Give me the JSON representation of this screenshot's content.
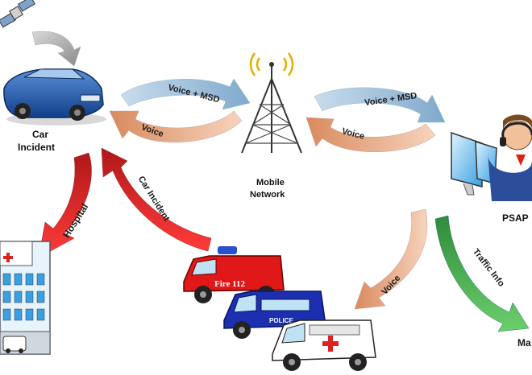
{
  "nodes": {
    "car": {
      "label_line1": "Car",
      "label_line2": "Incident"
    },
    "network": {
      "label_line1": "Mobile",
      "label_line2": "Network"
    },
    "psap": {
      "label": "PSAP"
    },
    "map": {
      "label": "Ma"
    },
    "fire_truck": {
      "label": "Fire 112"
    },
    "police_van": {
      "label": "POLICE"
    }
  },
  "arrows": {
    "car_to_network": "Voice + MSD",
    "network_to_car": "Voice",
    "network_to_psap": "Voice + MSD",
    "psap_to_network": "Voice",
    "to_hospital": "Hospital",
    "car_incident": "Car Incident",
    "psap_to_vehicles": "Voice",
    "traffic_info": "Traffic Info"
  },
  "colors": {
    "blue_arrow": "#8fb6d6",
    "peach_arrow": "#e6a985",
    "red_arrow": "#e02020",
    "green_arrow": "#4caf50",
    "gray_arrow": "#9a9a9a"
  }
}
